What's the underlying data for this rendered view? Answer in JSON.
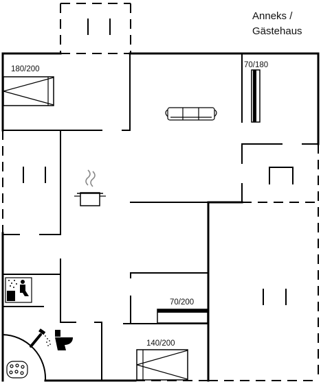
{
  "title_line1": "Anneks /",
  "title_line2": "Gästehaus",
  "bed_labels": {
    "top_left": "180/200",
    "top_right": "70/180",
    "middle": "70/200",
    "bottom": "140/200"
  },
  "icons": [
    "bed-icon",
    "sofa-icon",
    "cooking-pot-icon",
    "sauna-icon",
    "shower-icon",
    "toilet-icon",
    "whirlpool-icon"
  ]
}
